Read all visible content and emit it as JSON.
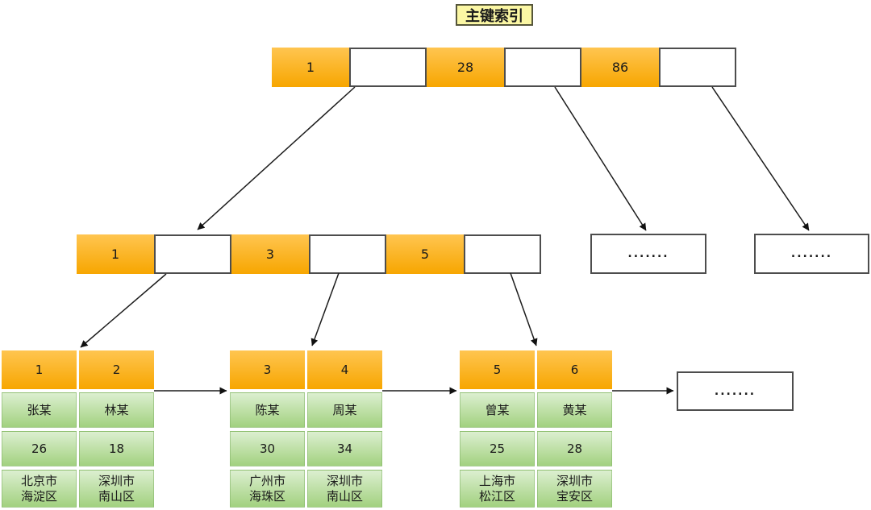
{
  "title": "主键索引",
  "ellipsis": ".......",
  "root_node": {
    "keys": [
      "1",
      "28",
      "86"
    ]
  },
  "internal_node": {
    "keys": [
      "1",
      "3",
      "5"
    ]
  },
  "leaf_tables": [
    {
      "ids": [
        "1",
        "2"
      ],
      "names": [
        "张某",
        "林某"
      ],
      "ages": [
        "26",
        "18"
      ],
      "addresses": [
        [
          "北京市",
          "海淀区"
        ],
        [
          "深圳市",
          "南山区"
        ]
      ]
    },
    {
      "ids": [
        "3",
        "4"
      ],
      "names": [
        "陈某",
        "周某"
      ],
      "ages": [
        "30",
        "34"
      ],
      "addresses": [
        [
          "广州市",
          "海珠区"
        ],
        [
          "深圳市",
          "南山区"
        ]
      ]
    },
    {
      "ids": [
        "5",
        "6"
      ],
      "names": [
        "曾某",
        "黄某"
      ],
      "ages": [
        "25",
        "28"
      ],
      "addresses": [
        [
          "上海市",
          "松江区"
        ],
        [
          "深圳市",
          "宝安区"
        ]
      ]
    }
  ],
  "connections": [
    "root.pointer1 -> internal-node",
    "root.pointer2 -> ellipsis-node-1",
    "root.pointer3 -> ellipsis-node-2",
    "internal.pointer1 -> leaf-table-1",
    "internal.pointer2 -> leaf-table-2",
    "internal.pointer3 -> leaf-table-3",
    "leaf-table-1 -> leaf-table-2",
    "leaf-table-2 -> leaf-table-3",
    "leaf-table-3 -> ellipsis-leaf"
  ],
  "colors": {
    "key_cell_top": "#FFC550",
    "key_cell_bottom": "#F7A600",
    "record_cell_top": "#DCEFD0",
    "record_cell_bottom": "#A2D17F",
    "title_bg": "#FBF7A4",
    "border_dark": "#4d4d4d"
  }
}
